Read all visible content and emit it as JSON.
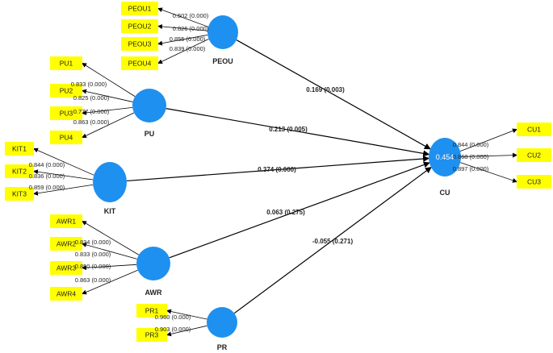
{
  "latents": [
    {
      "id": "PEOU",
      "label": "PEOU"
    },
    {
      "id": "PU",
      "label": "PU"
    },
    {
      "id": "KIT",
      "label": "KIT"
    },
    {
      "id": "AWR",
      "label": "AWR"
    },
    {
      "id": "PR",
      "label": "PR"
    },
    {
      "id": "CU",
      "label": "CU",
      "r2": "0.454"
    }
  ],
  "indicators": [
    {
      "latent": "PEOU",
      "label": "PEOU1",
      "loading": "0.502 (0.000)"
    },
    {
      "latent": "PEOU",
      "label": "PEOU2",
      "loading": "0.826 (0.000)"
    },
    {
      "latent": "PEOU",
      "label": "PEOU3",
      "loading": "0.855 (0.000)"
    },
    {
      "latent": "PEOU",
      "label": "PEOU4",
      "loading": "0.839 (0.000)"
    },
    {
      "latent": "PU",
      "label": "PU1",
      "loading": "0.833 (0.000)"
    },
    {
      "latent": "PU",
      "label": "PU2",
      "loading": "0.825 (0.000)"
    },
    {
      "latent": "PU",
      "label": "PU3",
      "loading": "0.777 (0.000)"
    },
    {
      "latent": "PU",
      "label": "PU4",
      "loading": "0.863 (0.000)"
    },
    {
      "latent": "KIT",
      "label": "KIT1",
      "loading": "0.844 (0.000)"
    },
    {
      "latent": "KIT",
      "label": "KIT2",
      "loading": "0.836 (0.000)"
    },
    {
      "latent": "KIT",
      "label": "KIT3",
      "loading": "0.859 (0.000)"
    },
    {
      "latent": "AWR",
      "label": "AWR1",
      "loading": "0.834 (0.000)"
    },
    {
      "latent": "AWR",
      "label": "AWR2",
      "loading": "0.833 (0.000)"
    },
    {
      "latent": "AWR",
      "label": "AWR3",
      "loading": "0.850 (0.000)"
    },
    {
      "latent": "AWR",
      "label": "AWR4",
      "loading": "0.863 (0.000)"
    },
    {
      "latent": "PR",
      "label": "PR1",
      "loading": "0.960 (0.000)"
    },
    {
      "latent": "PR",
      "label": "PR3",
      "loading": "0.903 (0.000)"
    },
    {
      "latent": "CU",
      "label": "CU1",
      "loading": "0.844 (0.000)"
    },
    {
      "latent": "CU",
      "label": "CU2",
      "loading": "0.868 (0.000)"
    },
    {
      "latent": "CU",
      "label": "CU3",
      "loading": "0.897 (0.000)"
    }
  ],
  "paths": [
    {
      "from": "PEOU",
      "to": "CU",
      "label": "0.169 (0.003)"
    },
    {
      "from": "PU",
      "to": "CU",
      "label": "0.213 (0.005)"
    },
    {
      "from": "KIT",
      "to": "CU",
      "label": "0.374 (0.000)"
    },
    {
      "from": "AWR",
      "to": "CU",
      "label": "0.063 (0.275)"
    },
    {
      "from": "PR",
      "to": "CU",
      "label": "-0.055 (0.271)"
    }
  ],
  "colors": {
    "latent_fill": "#1e90f0",
    "indicator_fill": "#ffff00",
    "arrow": "#000000"
  }
}
